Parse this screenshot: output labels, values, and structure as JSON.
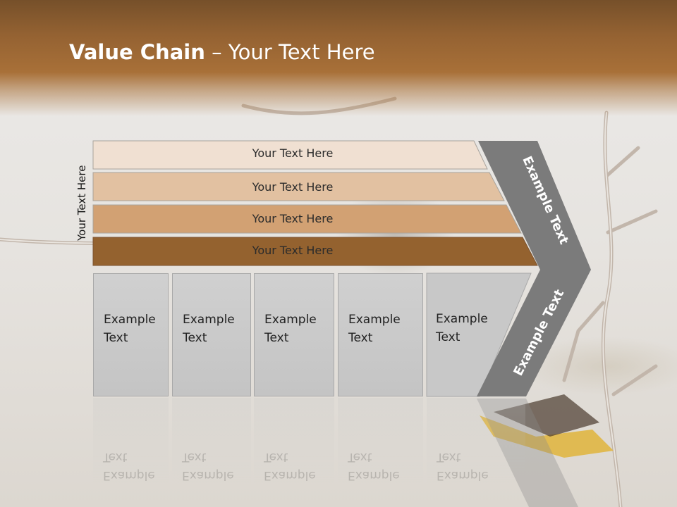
{
  "header": {
    "title_bold": "Value Chain",
    "title_rest": " – Your Text Here"
  },
  "side_label": "Your Text Here",
  "bars": [
    {
      "label": "Your Text Here",
      "color": "#f0e0d2"
    },
    {
      "label": "Your Text Here",
      "color": "#e2c1a1"
    },
    {
      "label": "Your Text Here",
      "color": "#d2a173"
    },
    {
      "label": "Your Text Here",
      "color": "#94622f"
    }
  ],
  "cells": [
    {
      "line1": "Example",
      "line2": "Text"
    },
    {
      "line1": "Example",
      "line2": "Text"
    },
    {
      "line1": "Example",
      "line2": "Text"
    },
    {
      "line1": "Example",
      "line2": "Text"
    },
    {
      "line1": "Example",
      "line2": "Text"
    }
  ],
  "chevron": {
    "upper_label": "Example Text",
    "lower_label": "Example Text",
    "color": "#7b7b7b"
  }
}
